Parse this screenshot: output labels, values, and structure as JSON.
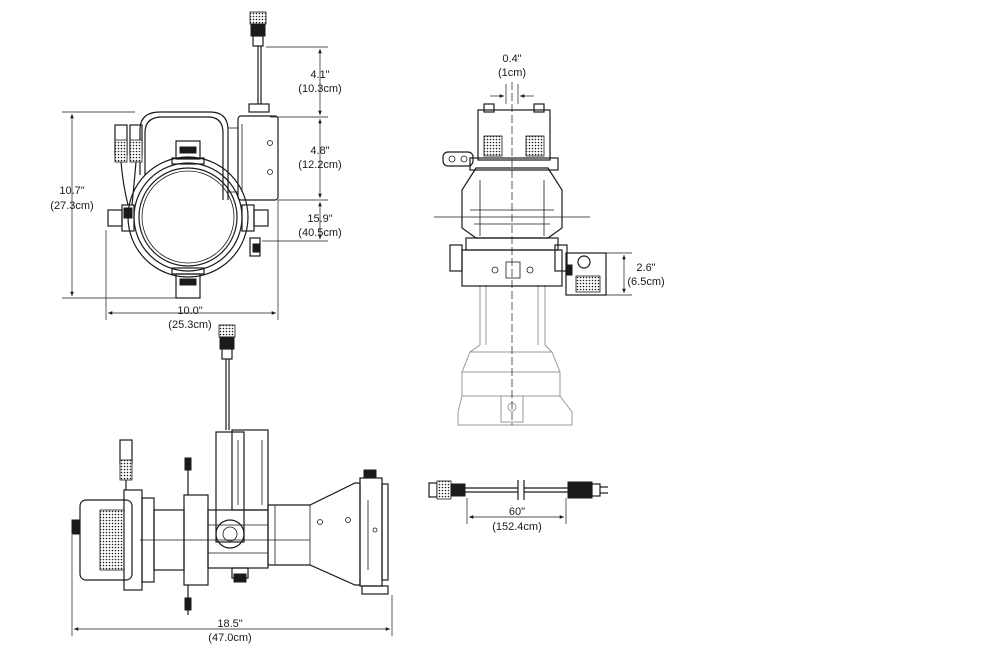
{
  "dimensions": {
    "front_width": {
      "imperial": "10.0\"",
      "metric": "(25.3cm)"
    },
    "front_height": {
      "imperial": "10.7\"",
      "metric": "(27.3cm)"
    },
    "cable_top": {
      "imperial": "4.1\"",
      "metric": "(10.3cm)"
    },
    "yoke_box": {
      "imperial": "4.8\"",
      "metric": "(12.2cm)"
    },
    "overall_tall": {
      "imperial": "15.9\"",
      "metric": "(40.5cm)"
    },
    "top_offset": {
      "imperial": "0.4\"",
      "metric": "(1cm)"
    },
    "driver_box": {
      "imperial": "2.6\"",
      "metric": "(6.5cm)"
    },
    "side_length": {
      "imperial": "18.5\"",
      "metric": "(47.0cm)"
    },
    "cable_length": {
      "imperial": "60\"",
      "metric": "(152.4cm)"
    }
  }
}
